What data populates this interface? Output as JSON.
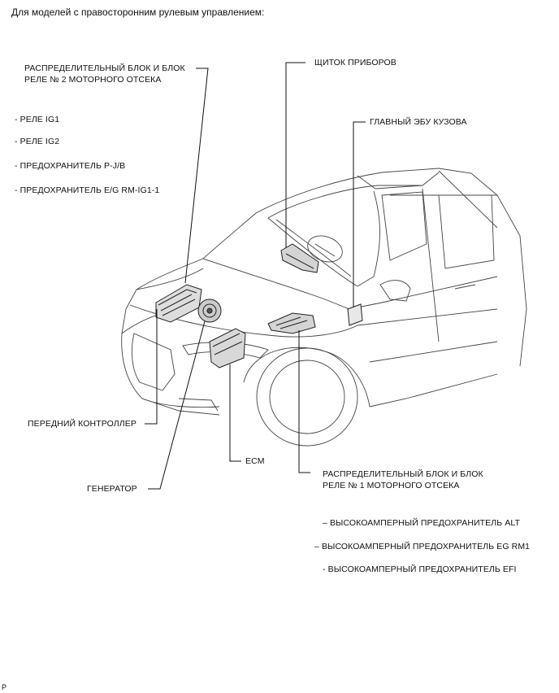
{
  "header": {
    "title": "Для моделей с правосторонним рулевым управлением:"
  },
  "labels": {
    "engine_relay_block_2_line1": "РАСПРЕДЕЛИТЕЛЬНЫЙ БЛОК И БЛОК",
    "engine_relay_block_2_line2": "РЕЛЕ № 2 МОТОРНОГО ОТСЕКА",
    "items_block_2": [
      "- РЕЛЕ IG1",
      "- РЕЛЕ IG2",
      "- ПРЕДОХРАНИТЕЛЬ P-J/B",
      "- ПРЕДОХРАНИТЕЛЬ E/G RM-IG1-1"
    ],
    "instrument_panel": "ЩИТОК ПРИБОРОВ",
    "main_body_ecu": "ГЛАВНЫЙ ЭБУ КУЗОВА",
    "front_controller": "ПЕРЕДНИЙ КОНТРОЛЛЕР",
    "generator": "ГЕНЕРАТОР",
    "ecm": "ECM",
    "engine_relay_block_1_line1": "РАСПРЕДЕЛИТЕЛЬНЫЙ БЛОК И БЛОК",
    "engine_relay_block_1_line2": "РЕЛЕ № 1 МОТОРНОГО ОТСЕКА",
    "items_block_1": [
      "– ВЫСОКОАМПЕРНЫЙ ПРЕДОХРАНИТЕЛЬ ALT",
      "– ВЫСОКОАМПЕРНЫЙ ПРЕДОХРАНИТЕЛЬ EG RM1",
      "- ВЫСОКОАМПЕРНЫЙ ПРЕДОХРАНИТЕЛЬ EFI"
    ]
  },
  "footer": {
    "code": "P"
  }
}
